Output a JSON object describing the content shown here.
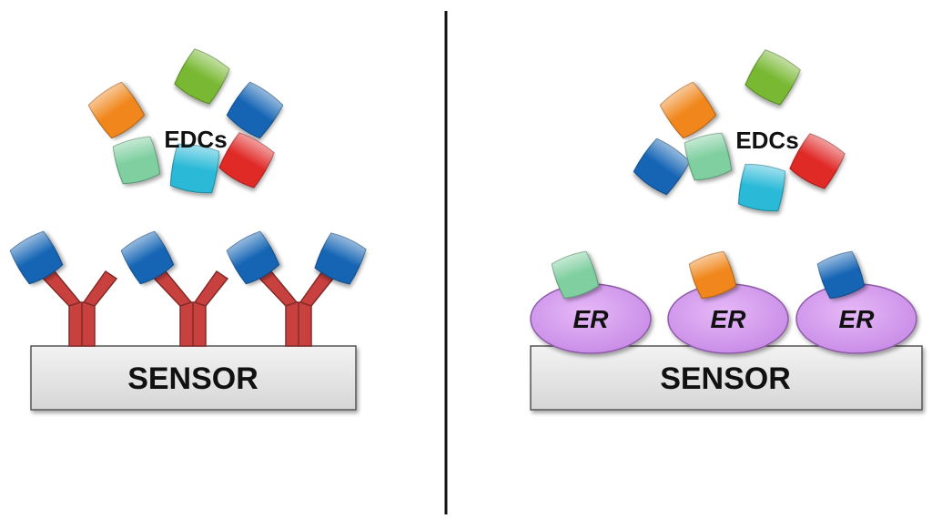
{
  "left_panel": {
    "cluster_label": "EDCs",
    "sensor_label": "SENSOR",
    "edcs": [
      {
        "color": "orange"
      },
      {
        "color": "green"
      },
      {
        "color": "blue"
      },
      {
        "color": "mint"
      },
      {
        "color": "cyan"
      },
      {
        "color": "red"
      }
    ],
    "receptor_type": "antibody",
    "receptors": [
      {
        "left_tip": "blue",
        "right_tip": "none"
      },
      {
        "left_tip": "blue",
        "right_tip": "none"
      },
      {
        "left_tip": "blue",
        "right_tip": "blue"
      }
    ]
  },
  "right_panel": {
    "cluster_label": "EDCs",
    "sensor_label": "SENSOR",
    "edcs": [
      {
        "color": "orange"
      },
      {
        "color": "green"
      },
      {
        "color": "blue"
      },
      {
        "color": "mint"
      },
      {
        "color": "cyan"
      },
      {
        "color": "red"
      }
    ],
    "receptor_type": "estrogen-receptor",
    "receptors": [
      {
        "label": "ER",
        "bound": "mint"
      },
      {
        "label": "ER",
        "bound": "orange"
      },
      {
        "label": "ER",
        "bound": "blue"
      }
    ]
  },
  "palette": {
    "orange": "#f0861a",
    "green": "#78b832",
    "blue": "#1565b5",
    "mint": "#7fcfa0",
    "cyan": "#2bbad8",
    "red": "#e02a28",
    "antibody": "#c8413e",
    "er_fill": "#d79af0",
    "sensor": "#e4e4e4"
  }
}
